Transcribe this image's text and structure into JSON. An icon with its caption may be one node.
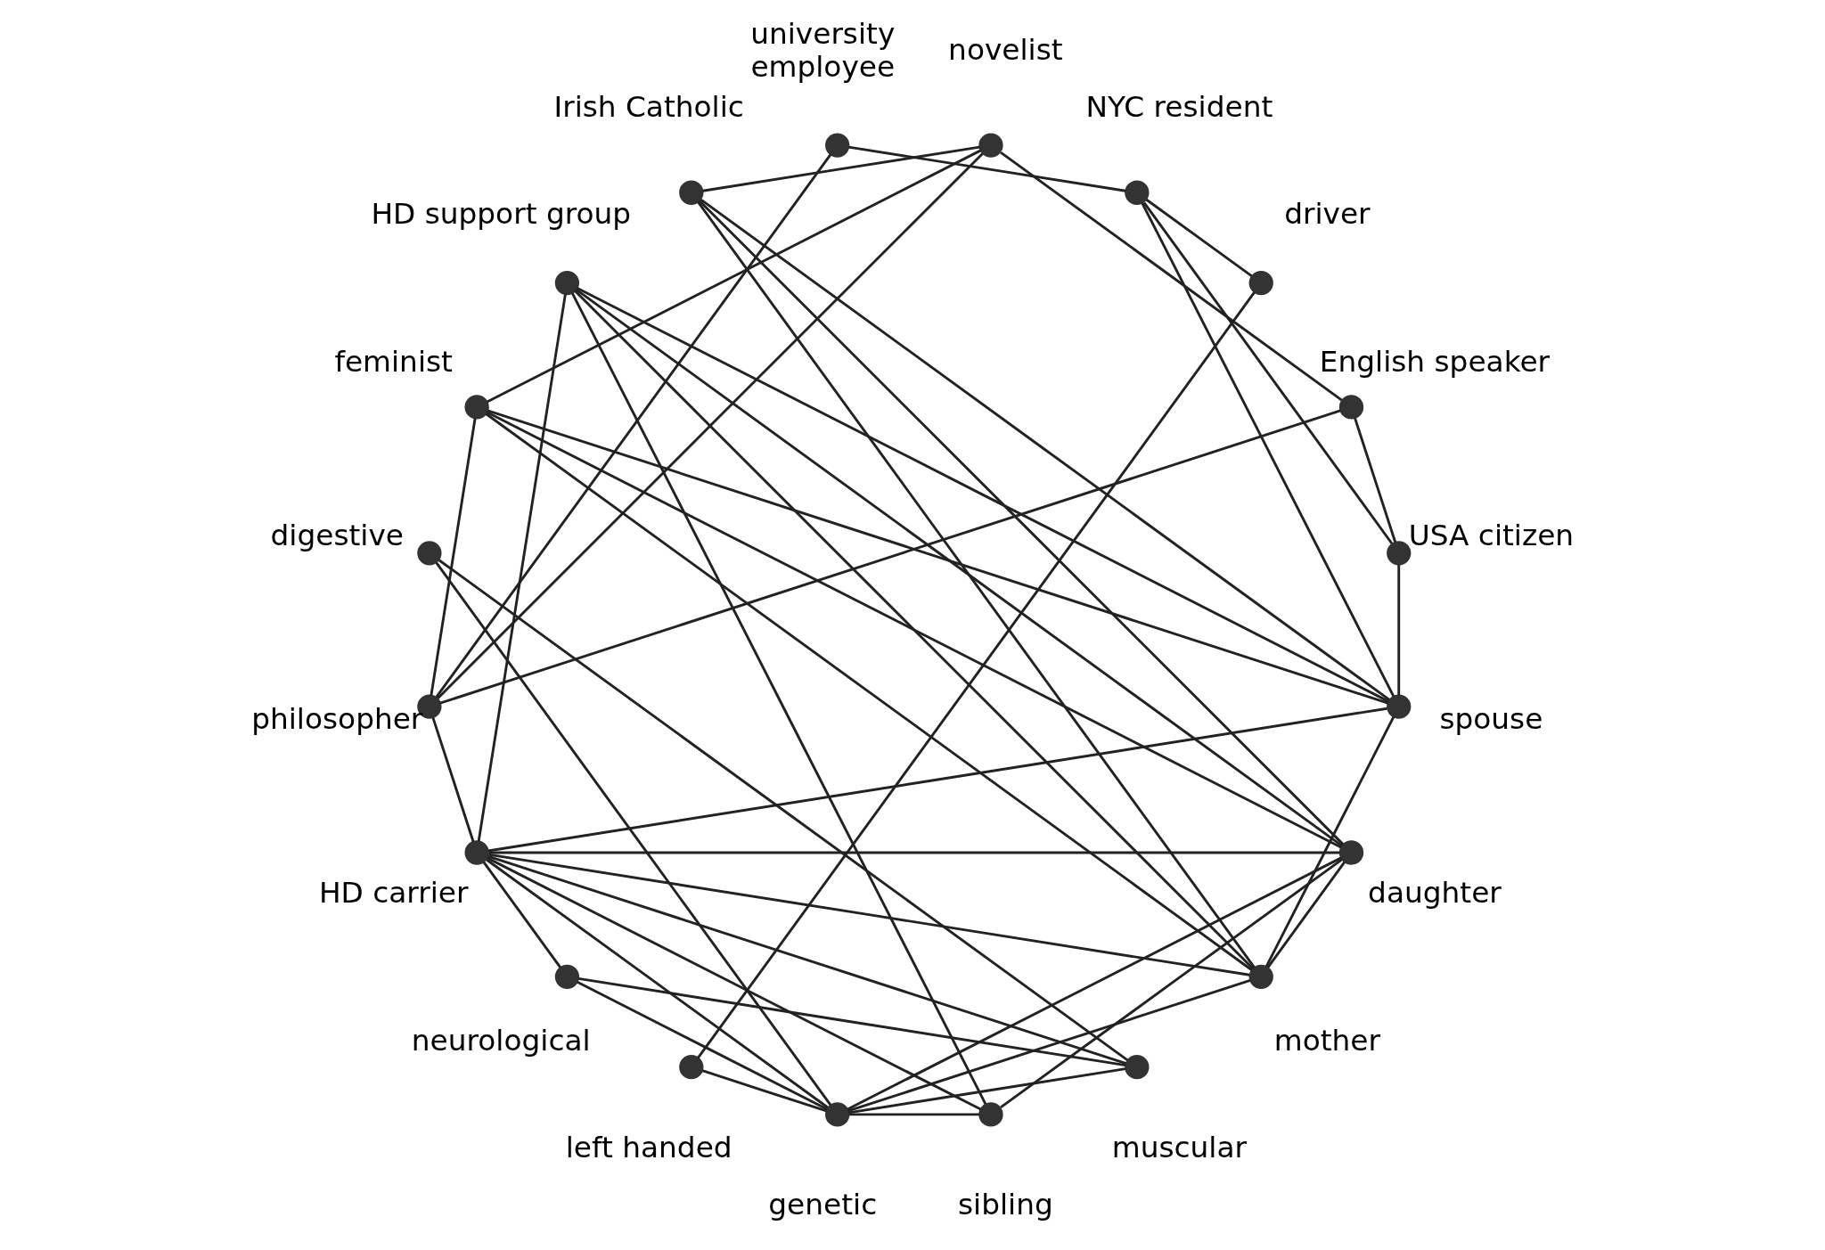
{
  "diagram": {
    "nodes": [
      {
        "text": [],
        "shape": "circle",
        "beside": [
          "USA citizen"
        ]
      },
      {
        "text": [],
        "shape": "circle",
        "beside": [
          "English speaker"
        ]
      },
      {
        "text": [],
        "shape": "circle",
        "beside": [
          "driver"
        ]
      },
      {
        "text": [],
        "shape": "circle",
        "beside": [
          "NYC resident"
        ]
      },
      {
        "text": [],
        "shape": "circle",
        "beside": [
          "novelist"
        ]
      },
      {
        "text": [],
        "shape": "circle",
        "beside": [
          "university employee"
        ]
      },
      {
        "text": [],
        "shape": "circle",
        "beside": [
          "Irish Catholic"
        ]
      },
      {
        "text": [],
        "shape": "circle",
        "beside": [
          "HD support group"
        ]
      },
      {
        "text": [],
        "shape": "circle",
        "beside": [
          "feminist"
        ]
      },
      {
        "text": [],
        "shape": "circle",
        "beside": [
          "digestive"
        ]
      },
      {
        "text": [],
        "shape": "circle",
        "beside": [
          "philosopher"
        ]
      },
      {
        "text": [],
        "shape": "circle",
        "beside": [
          "HD carrier"
        ]
      },
      {
        "text": [],
        "shape": "circle",
        "beside": [
          "neurological"
        ]
      },
      {
        "text": [],
        "shape": "circle",
        "beside": [
          "left handed"
        ]
      },
      {
        "text": [],
        "shape": "circle",
        "beside": [
          "genetic"
        ]
      },
      {
        "text": [],
        "shape": "circle",
        "beside": [
          "sibling"
        ]
      },
      {
        "text": [],
        "shape": "circle",
        "beside": [
          "muscular"
        ]
      },
      {
        "text": [],
        "shape": "circle",
        "beside": [
          "mother"
        ]
      },
      {
        "text": [],
        "shape": "circle",
        "beside": [
          "daughter"
        ]
      },
      {
        "text": [],
        "shape": "circle",
        "beside": [
          "spouse"
        ]
      }
    ],
    "edges": [
      {
        "from": 19,
        "to": 0,
        "arrow": "none"
      },
      {
        "from": 0,
        "to": 1,
        "arrow": "none"
      },
      {
        "from": 0,
        "to": 3,
        "arrow": "none"
      },
      {
        "from": 19,
        "to": 3,
        "arrow": "none"
      },
      {
        "from": 1,
        "to": 4,
        "arrow": "none"
      },
      {
        "from": 1,
        "to": 10,
        "arrow": "none"
      },
      {
        "from": 2,
        "to": 3,
        "arrow": "none"
      },
      {
        "from": 2,
        "to": 13,
        "arrow": "none"
      },
      {
        "from": 3,
        "to": 5,
        "arrow": "none"
      },
      {
        "from": 4,
        "to": 6,
        "arrow": "none"
      },
      {
        "from": 4,
        "to": 8,
        "arrow": "none"
      },
      {
        "from": 4,
        "to": 10,
        "arrow": "none"
      },
      {
        "from": 5,
        "to": 10,
        "arrow": "none"
      },
      {
        "from": 19,
        "to": 6,
        "arrow": "none"
      },
      {
        "from": 18,
        "to": 6,
        "arrow": "none"
      },
      {
        "from": 17,
        "to": 6,
        "arrow": "none"
      },
      {
        "from": 15,
        "to": 7,
        "arrow": "none"
      },
      {
        "from": 17,
        "to": 7,
        "arrow": "none"
      },
      {
        "from": 18,
        "to": 7,
        "arrow": "none"
      },
      {
        "from": 19,
        "to": 7,
        "arrow": "none"
      },
      {
        "from": 11,
        "to": 7,
        "arrow": "none"
      },
      {
        "from": 19,
        "to": 8,
        "arrow": "none"
      },
      {
        "from": 18,
        "to": 8,
        "arrow": "none"
      },
      {
        "from": 17,
        "to": 8,
        "arrow": "none"
      },
      {
        "from": 10,
        "to": 8,
        "arrow": "none"
      },
      {
        "from": 16,
        "to": 9,
        "arrow": "none"
      },
      {
        "from": 14,
        "to": 9,
        "arrow": "none"
      },
      {
        "from": 19,
        "to": 11,
        "arrow": "none"
      },
      {
        "from": 18,
        "to": 11,
        "arrow": "none"
      },
      {
        "from": 17,
        "to": 11,
        "arrow": "none"
      },
      {
        "from": 16,
        "to": 11,
        "arrow": "none"
      },
      {
        "from": 15,
        "to": 11,
        "arrow": "none"
      },
      {
        "from": 14,
        "to": 11,
        "arrow": "none"
      },
      {
        "from": 12,
        "to": 11,
        "arrow": "none"
      },
      {
        "from": 11,
        "to": 10,
        "arrow": "none"
      },
      {
        "from": 16,
        "to": 12,
        "arrow": "none"
      },
      {
        "from": 14,
        "to": 12,
        "arrow": "none"
      },
      {
        "from": 14,
        "to": 13,
        "arrow": "none"
      },
      {
        "from": 16,
        "to": 14,
        "arrow": "none"
      },
      {
        "from": 15,
        "to": 14,
        "arrow": "none"
      },
      {
        "from": 17,
        "to": 14,
        "arrow": "none"
      },
      {
        "from": 18,
        "to": 14,
        "arrow": "none"
      },
      {
        "from": 18,
        "to": 15,
        "arrow": "none"
      },
      {
        "from": 17,
        "to": 18,
        "arrow": "none"
      },
      {
        "from": 17,
        "to": 19,
        "arrow": "none"
      }
    ]
  }
}
